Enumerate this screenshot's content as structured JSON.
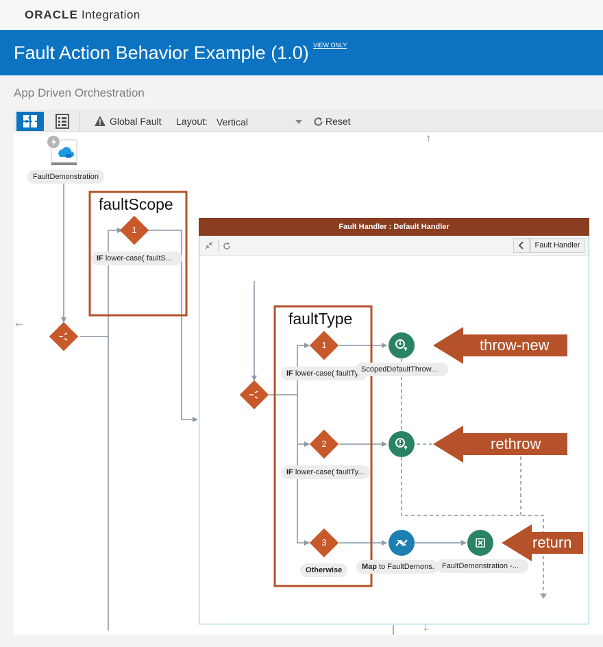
{
  "header": {
    "brand": "ORACLE",
    "product": "Integration"
  },
  "title": {
    "text": "Fault Action Behavior Example (1.0)",
    "badge": "VIEW ONLY"
  },
  "subtitle": "App Driven Orchestration",
  "toolbar": {
    "global_fault": "Global Fault",
    "layout_label": "Layout:",
    "layout_value": "Vertical",
    "reset": "Reset"
  },
  "flow": {
    "trigger_label": "FaultDemonstration",
    "scope_switch": {
      "branch_number": "1",
      "condition_prefix": "IF",
      "condition": "lower-case( faultS..."
    },
    "fault_handler": {
      "title": "Fault Handler : Default Handler",
      "nav_button": "Fault Handler",
      "branches": [
        {
          "number": "1",
          "condition_prefix": "IF",
          "condition": "lower-case( faultTy..."
        },
        {
          "number": "2",
          "condition_prefix": "IF",
          "condition": "lower-case( faultTy..."
        },
        {
          "number": "3",
          "condition_prefix": "",
          "condition": "Otherwise"
        }
      ],
      "action_labels": {
        "throw": "ScopedDefaultThrow...",
        "map_prefix": "Map",
        "map": "to FaultDemons.",
        "return": "FaultDemonstration -..."
      }
    }
  },
  "annotations": {
    "fault_scope": "faultScope",
    "fault_type": "faultType",
    "throw_new": "throw-new",
    "rethrow": "rethrow",
    "return": "return"
  },
  "colors": {
    "brand_blue": "#0b73c1",
    "switch_orange": "#c8592a",
    "annotation_brown": "#b5522a",
    "action_green": "#2a8365",
    "map_blue": "#1d7fb2",
    "handler_header": "#8a3d1f"
  }
}
